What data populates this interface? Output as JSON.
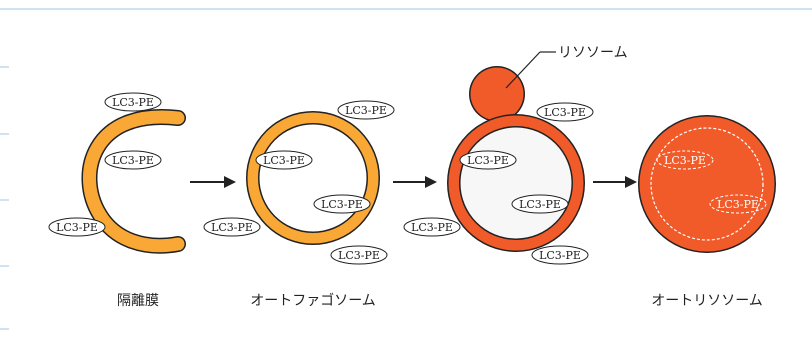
{
  "labels": {
    "stage1": "隔離膜",
    "stage2": "オートファゴソーム",
    "stage3_callout": "リソソーム",
    "stage4": "オートリソソーム"
  },
  "marker": "LC3-PE",
  "colors": {
    "membrane": "#f9a836",
    "lysosome": "#f15a29",
    "outline": "#222222",
    "inner_light": "#f7f7f7",
    "left_stripe": "#cfe3f3",
    "top_rule": "#cfe3f3"
  }
}
